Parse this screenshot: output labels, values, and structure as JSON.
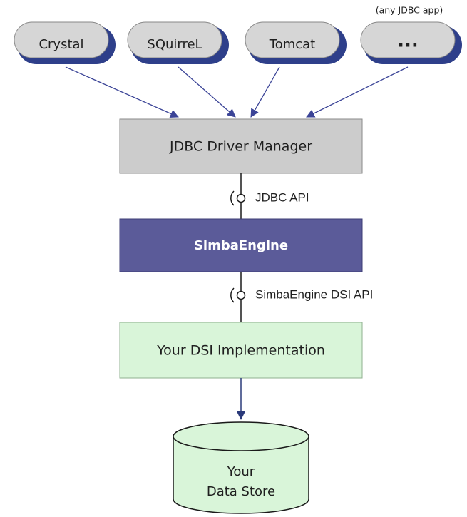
{
  "clients": {
    "note": "(any JDBC app)",
    "items": [
      {
        "label": "Crystal"
      },
      {
        "label": "SQuirreL"
      },
      {
        "label": "Tomcat"
      },
      {
        "label": "..."
      }
    ]
  },
  "driver_manager": {
    "label": "JDBC Driver Manager"
  },
  "jdbc_api": {
    "label": "JDBC API"
  },
  "engine": {
    "label": "SimbaEngine"
  },
  "dsi_api": {
    "label": "SimbaEngine DSI API"
  },
  "dsi_impl": {
    "label": "Your DSI Implementation"
  },
  "data_store": {
    "line1": "Your",
    "line2": "Data Store"
  },
  "colors": {
    "pill_fill": "#d6d6d6",
    "pill_shadow": "#2e3f8a",
    "manager_fill": "#cccccc",
    "engine_fill": "#5b5b99",
    "impl_fill": "#d9f5d9",
    "store_fill": "#d9f5d9",
    "arrow": "#3b4497",
    "line": "#1a1a1a"
  }
}
